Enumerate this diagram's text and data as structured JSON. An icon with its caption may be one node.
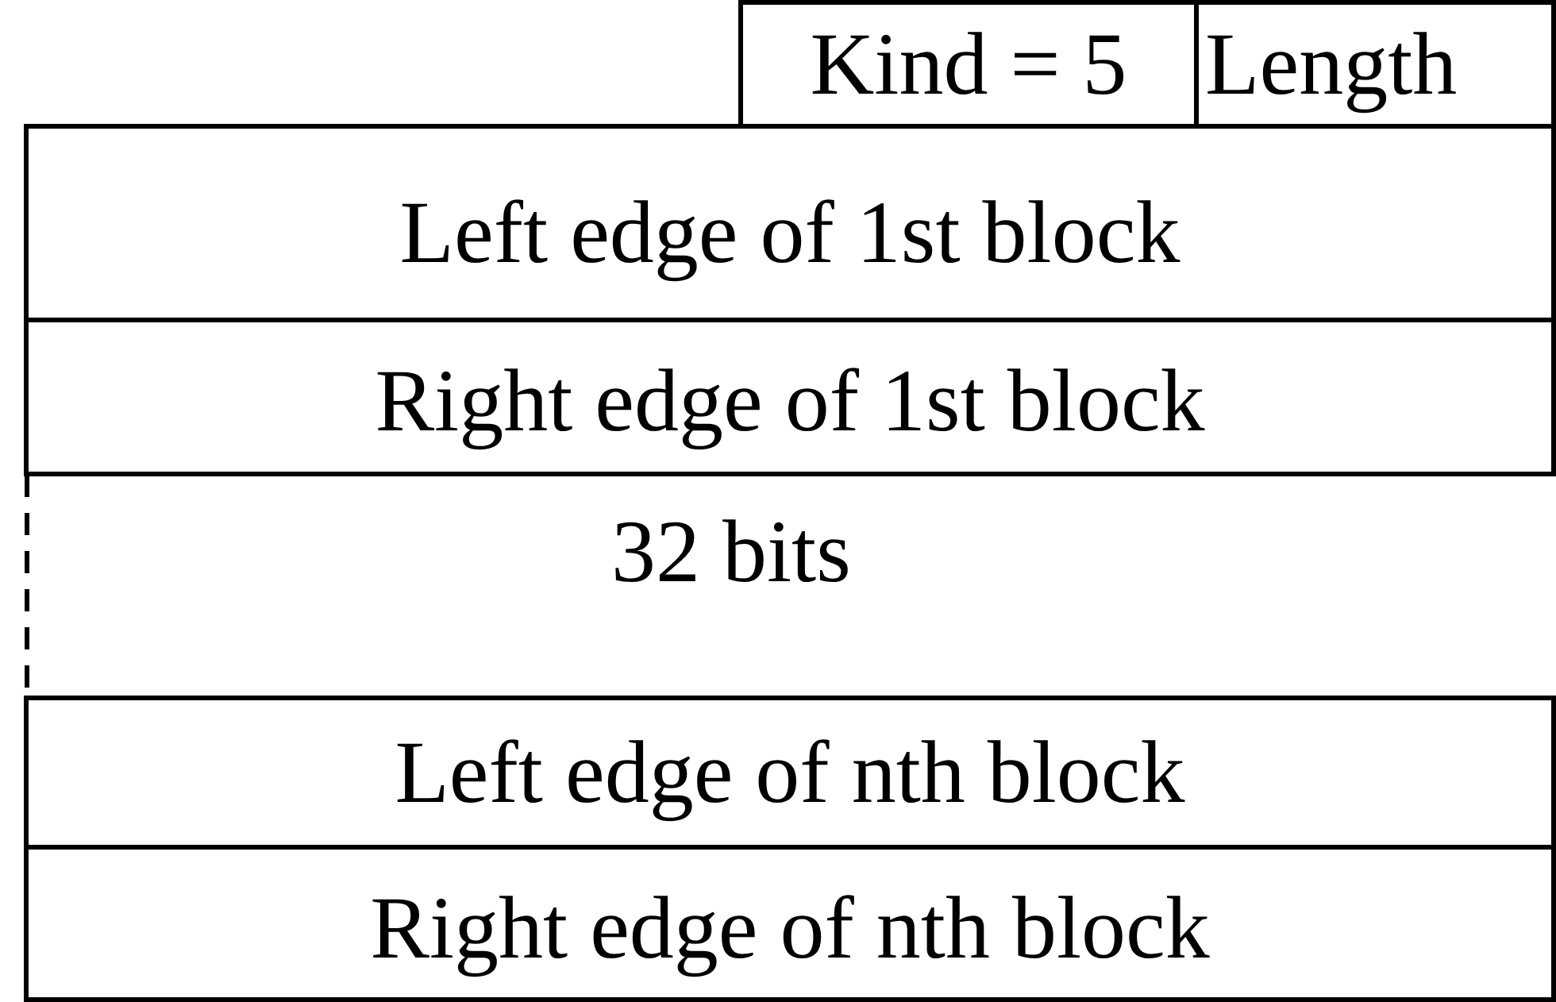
{
  "diagram": {
    "nodes": [
      {
        "text": [
          "Kind = 5"
        ]
      },
      {
        "text": [
          "Length"
        ]
      },
      {
        "text": [
          "Left edge of 1st block"
        ]
      },
      {
        "text": [
          "Right edge of 1st block"
        ]
      },
      {
        "text": [
          "Left edge of nth block"
        ]
      },
      {
        "text": [
          "Right edge of nth block"
        ]
      }
    ],
    "labels": [
      "32 bits"
    ]
  }
}
